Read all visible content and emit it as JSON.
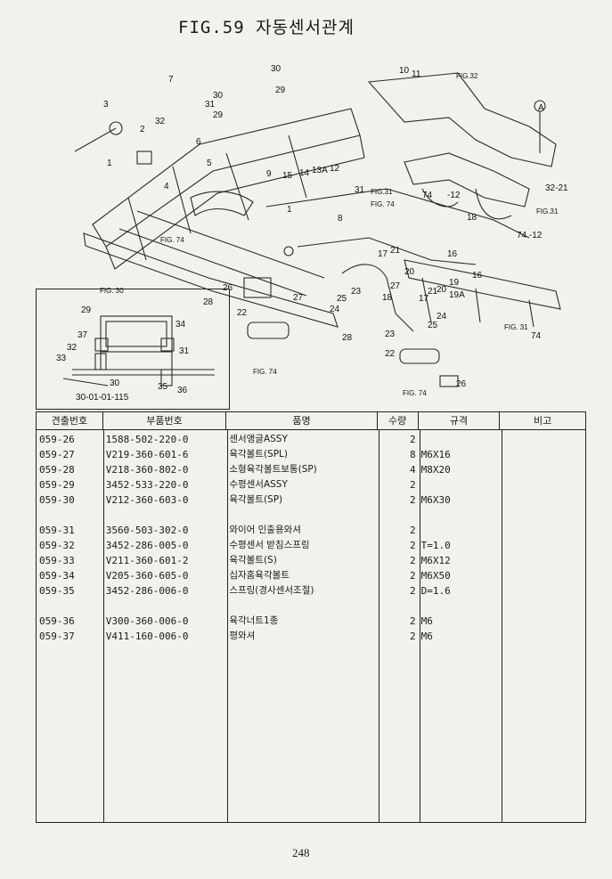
{
  "title": "FIG.59 자동센서관계",
  "diagram": {
    "callouts": [
      "30",
      "29",
      "7",
      "3",
      "2",
      "32",
      "1",
      "31",
      "30",
      "29",
      "6",
      "5",
      "4",
      "9",
      "15",
      "14",
      "13A",
      "12",
      "8",
      "31",
      "10",
      "11",
      "FIG.32",
      "A",
      "32-21",
      "FIG.31",
      "18",
      "74",
      "-12",
      "FIG.31",
      "74",
      "FIG.74",
      "FIG.74",
      "1",
      "-12",
      "16",
      "17",
      "21",
      "22",
      "18",
      "19",
      "20",
      "21",
      "19A",
      "27",
      "23",
      "25",
      "24",
      "25",
      "24",
      "26",
      "27",
      "28",
      "22",
      "FIG.30",
      "FIG.74",
      "28",
      "23",
      "22",
      "26",
      "FIG.74",
      "FIG.31",
      "74",
      "74",
      "-12",
      "16",
      "17",
      "25"
    ],
    "inset_callouts": [
      "29",
      "34",
      "37",
      "32",
      "33",
      "30",
      "35",
      "31",
      "36",
      "30-01-01-115"
    ]
  },
  "table": {
    "headers": [
      "견출번호",
      "부품번호",
      "품명",
      "수량",
      "규격",
      "비고"
    ],
    "rows": [
      {
        "ref": "059-26",
        "part": "1588-502-220-0",
        "name": "센서앵글ASSY",
        "qty": "2",
        "spec": "",
        "note": ""
      },
      {
        "ref": "059-27",
        "part": "V219-360-601-6",
        "name": "육각볼트(SPL)",
        "qty": "8",
        "spec": "M6X16",
        "note": ""
      },
      {
        "ref": "059-28",
        "part": "V218-360-802-0",
        "name": "소형육각볼트보통(SP)",
        "qty": "4",
        "spec": "M8X20",
        "note": ""
      },
      {
        "ref": "059-29",
        "part": "3452-533-220-0",
        "name": "수평센서ASSY",
        "qty": "2",
        "spec": "",
        "note": ""
      },
      {
        "ref": "059-30",
        "part": "V212-360-603-0",
        "name": "육각볼트(SP)",
        "qty": "2",
        "spec": "M6X30",
        "note": ""
      },
      {
        "ref": "059-31",
        "part": "3560-503-302-0",
        "name": "와이어 인출용와셔",
        "qty": "2",
        "spec": "",
        "note": ""
      },
      {
        "ref": "059-32",
        "part": "3452-286-005-0",
        "name": "수평센서 받침스프링",
        "qty": "2",
        "spec": "T=1.0",
        "note": ""
      },
      {
        "ref": "059-33",
        "part": "V211-360-601-2",
        "name": "육각볼트(S)",
        "qty": "2",
        "spec": "M6X12",
        "note": ""
      },
      {
        "ref": "059-34",
        "part": "V205-360-605-0",
        "name": "십자홈육각볼트",
        "qty": "2",
        "spec": "M6X50",
        "note": ""
      },
      {
        "ref": "059-35",
        "part": "3452-286-006-0",
        "name": "스프링(경사센서조절)",
        "qty": "2",
        "spec": "D=1.6",
        "note": ""
      },
      {
        "ref": "059-36",
        "part": "V300-360-006-0",
        "name": "육각너트1종",
        "qty": "2",
        "spec": "M6",
        "note": ""
      },
      {
        "ref": "059-37",
        "part": "V411-160-006-0",
        "name": "평와셔",
        "qty": "2",
        "spec": "M6",
        "note": ""
      }
    ]
  },
  "page_number": "248"
}
